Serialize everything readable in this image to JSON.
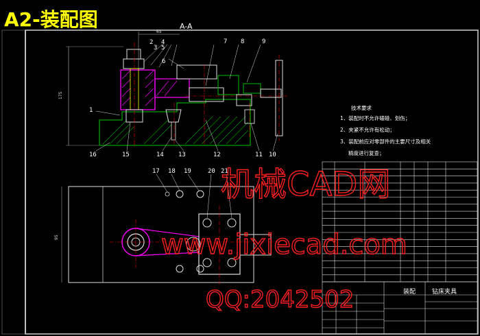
{
  "title": "A2-装配图",
  "section_label": "A-A",
  "dim_top": "65",
  "dim_left": "175",
  "dim_bottom_left": "95",
  "part_numbers_top": [
    "2",
    "3",
    "4",
    "5",
    "6",
    "7",
    "8",
    "9",
    "1"
  ],
  "part_numbers_bottom_row": [
    "16",
    "15",
    "14",
    "13",
    "12",
    "11",
    "10"
  ],
  "part_numbers_view2": [
    "17",
    "18",
    "19",
    "20",
    "21"
  ],
  "tech_req": {
    "heading": "技术要求",
    "items": [
      "1、装配时不允许磕碰、划伤；",
      "2、夹紧不允许有松动；",
      "3、装配前应对零部件的主要尺寸及相关",
      "精度进行复查；"
    ]
  },
  "title_block": {
    "drawing_name": "钻床夹具",
    "header_left": "装配"
  },
  "watermarks": {
    "brand": "机械CAD网",
    "url": "www.jixiecad.com",
    "qq": "QQ:2042502"
  },
  "colors": {
    "background": "#000000",
    "title_yellow": "#ffff00",
    "frame_white": "#ffffff",
    "part_green": "#00a000",
    "section_magenta": "#ff00ff",
    "centerline_red": "#ff0000",
    "watermark_red": "#ff2020"
  }
}
